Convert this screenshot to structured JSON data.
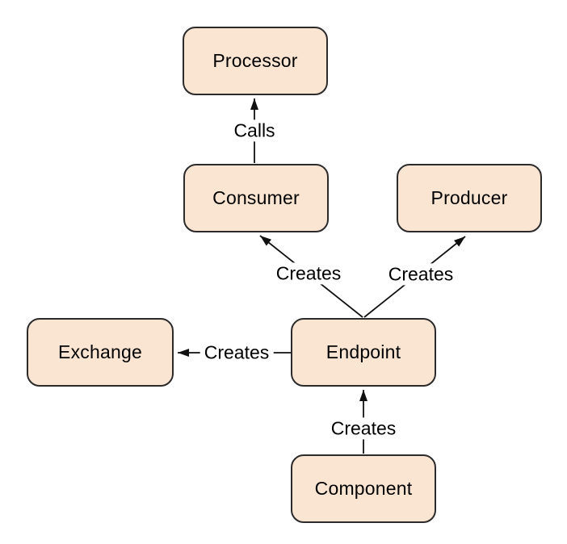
{
  "diagram": {
    "background_color": "#ffffff",
    "node_fill_color": "#fae5d2",
    "node_border_color": "#2b2b2b",
    "line_color": "#111111",
    "text_color": "#000000",
    "nodes": [
      {
        "id": "processor",
        "label": "Processor"
      },
      {
        "id": "consumer",
        "label": "Consumer"
      },
      {
        "id": "producer",
        "label": "Producer"
      },
      {
        "id": "exchange",
        "label": "Exchange"
      },
      {
        "id": "endpoint",
        "label": "Endpoint"
      },
      {
        "id": "component",
        "label": "Component"
      }
    ],
    "edges": [
      {
        "from": "consumer",
        "to": "processor",
        "label": "Calls"
      },
      {
        "from": "endpoint",
        "to": "consumer",
        "label": "Creates"
      },
      {
        "from": "endpoint",
        "to": "producer",
        "label": "Creates"
      },
      {
        "from": "endpoint",
        "to": "exchange",
        "label": "Creates"
      },
      {
        "from": "component",
        "to": "endpoint",
        "label": "Creates"
      }
    ]
  }
}
